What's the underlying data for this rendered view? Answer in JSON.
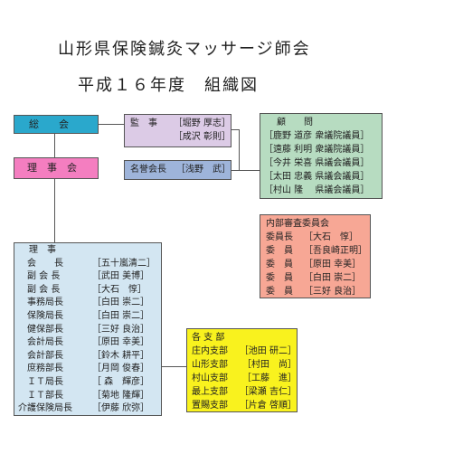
{
  "title": "山形県保険鍼灸マッサージ師会",
  "subtitle": "平成１６年度　組織図",
  "general_assembly": "総　　会",
  "board": "理　事　会",
  "auditors": {
    "label": "監　事",
    "members": [
      "［堀野 厚志］",
      "［成沢 彰則］"
    ]
  },
  "honorary": {
    "label": "名誉会長",
    "name": "［浅野　武］"
  },
  "advisors": {
    "header": "顧　　問",
    "members": [
      "［鹿野 道彦 衆議院議員］",
      "［遠藤 利明 衆議院議員］",
      "［今井 栄喜 県議会議員］",
      "［太田 忠義 県議会議員］",
      "［村山 隆　 県議会議員］"
    ]
  },
  "audit_committee": {
    "header": "内部審査委員会",
    "rows": [
      {
        "role": "委員長",
        "name": "［大石　惇］"
      },
      {
        "role": "委　員",
        "name": "［吾良崎正明］"
      },
      {
        "role": "委　員",
        "name": "［原田 幸美］"
      },
      {
        "role": "委　員",
        "name": "［白田 崇二］"
      },
      {
        "role": "委　員",
        "name": "［三好 良治］"
      }
    ]
  },
  "directors": {
    "header": "理　事",
    "rows": [
      {
        "role": "会　　長",
        "name": "［五十嵐清二］"
      },
      {
        "role": "副 会 長",
        "name": "［武田 美博］"
      },
      {
        "role": "副 会 長",
        "name": "［大石　惇］"
      },
      {
        "role": "事務局長",
        "name": "［白田 崇二］"
      },
      {
        "role": "保険局長",
        "name": "［白田 崇二］"
      },
      {
        "role": "健保部長",
        "name": "［三好 良治］"
      },
      {
        "role": "会計局長",
        "name": "［原田 幸美］"
      },
      {
        "role": "会計部長",
        "name": "［鈴木 耕平］"
      },
      {
        "role": "庶務部長",
        "name": "［月岡 俊春］"
      },
      {
        "role": "ＩＴ局長",
        "name": "［ 森　輝彦］"
      },
      {
        "role": "ＩＴ部長",
        "name": "［菊地 隆輝］"
      },
      {
        "role": "介護保険局長",
        "name": "［伊藤 欣弥］"
      }
    ]
  },
  "branches": {
    "header": "各 支 部",
    "rows": [
      {
        "role": "庄内支部",
        "name": "［池田 研二］"
      },
      {
        "role": "山形支部",
        "name": "［村田　尚］"
      },
      {
        "role": "村山支部",
        "name": "［工藤　進］"
      },
      {
        "role": "最上支部",
        "name": "［梁瀬 吉仁］"
      },
      {
        "role": "置賜支部",
        "name": "［片倉 啓順］"
      }
    ]
  },
  "colors": {
    "general_assembly": "#2aa8cc",
    "board": "#f47ec0",
    "auditors": "#dccbe6",
    "honorary": "#9eb4da",
    "advisors": "#b7dcc1",
    "audit_committee": "#f7a795",
    "directors": "#d3e6f2",
    "branches": "#f9f21e"
  }
}
